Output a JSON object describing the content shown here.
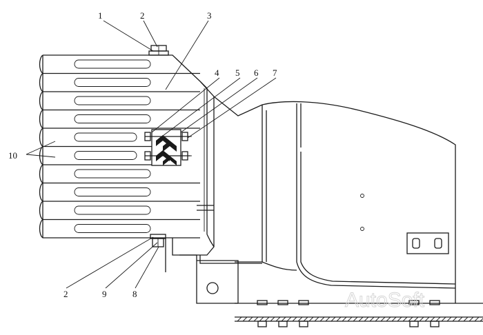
{
  "callouts": [
    {
      "id": "c1",
      "label": "1"
    },
    {
      "id": "c2a",
      "label": "2"
    },
    {
      "id": "c3",
      "label": "3"
    },
    {
      "id": "c4",
      "label": "4"
    },
    {
      "id": "c5",
      "label": "5"
    },
    {
      "id": "c6",
      "label": "6"
    },
    {
      "id": "c7",
      "label": "7"
    },
    {
      "id": "c10",
      "label": "10"
    },
    {
      "id": "c2b",
      "label": "2"
    },
    {
      "id": "c9",
      "label": "9"
    },
    {
      "id": "c8",
      "label": "8"
    }
  ],
  "watermark": "AutoSoft",
  "colors": {
    "line": "#1a1a1a",
    "background": "#ffffff"
  }
}
